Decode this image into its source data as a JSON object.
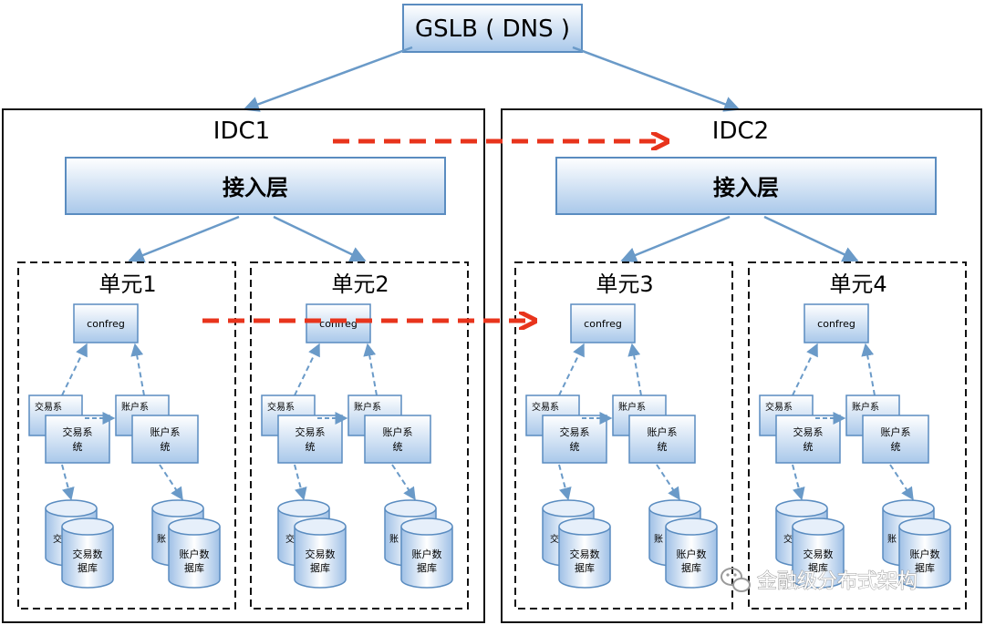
{
  "gslb": {
    "label": "GSLB ( DNS )"
  },
  "idcs": [
    {
      "title": "IDC1",
      "access_layer": "接入层"
    },
    {
      "title": "IDC2",
      "access_layer": "接入层"
    }
  ],
  "units": [
    {
      "title": "单元1",
      "confreg": "confreg",
      "trade_front": "交易系",
      "trade": [
        "交易系",
        "统"
      ],
      "account_front": "账户系",
      "account": [
        "账户系",
        "统"
      ],
      "trade_db_front": "交",
      "trade_db": [
        "交易数",
        "据库"
      ],
      "account_db_front": "账",
      "account_db": [
        "账户数",
        "据库"
      ]
    },
    {
      "title": "单元2",
      "confreg": "confreg",
      "trade_front": "交易系",
      "trade": [
        "交易系",
        "统"
      ],
      "account_front": "账户系",
      "account": [
        "账户系",
        "统"
      ],
      "trade_db_front": "交",
      "trade_db": [
        "交易数",
        "据库"
      ],
      "account_db_front": "账",
      "account_db": [
        "账户数",
        "据库"
      ]
    },
    {
      "title": "单元3",
      "confreg": "confreg",
      "trade_front": "交易系",
      "trade": [
        "交易系",
        "统"
      ],
      "account_front": "账户系",
      "account": [
        "账户系",
        "统"
      ],
      "trade_db_front": "交",
      "trade_db": [
        "交易数",
        "据库"
      ],
      "account_db_front": "账",
      "account_db": [
        "账户数",
        "据库"
      ]
    },
    {
      "title": "单元4",
      "confreg": "confreg",
      "trade_front": "交易系",
      "trade": [
        "交易系",
        "统"
      ],
      "account_front": "账户系",
      "account": [
        "账户系",
        "统"
      ],
      "trade_db_front": "交",
      "trade_db": [
        "交易数",
        "据库"
      ],
      "account_db_front": "账",
      "account_db": [
        "账户数",
        "据库"
      ]
    }
  ],
  "watermark": {
    "text": "金融级分布式架构",
    "icon": "wechat-icon"
  },
  "colors": {
    "box_stroke": "#5a8cc0",
    "line": "#6a9ac8",
    "dashed_arrow": "#e8341c",
    "box_top": "#ffffff",
    "box_bottom": "#a9c8ea"
  }
}
